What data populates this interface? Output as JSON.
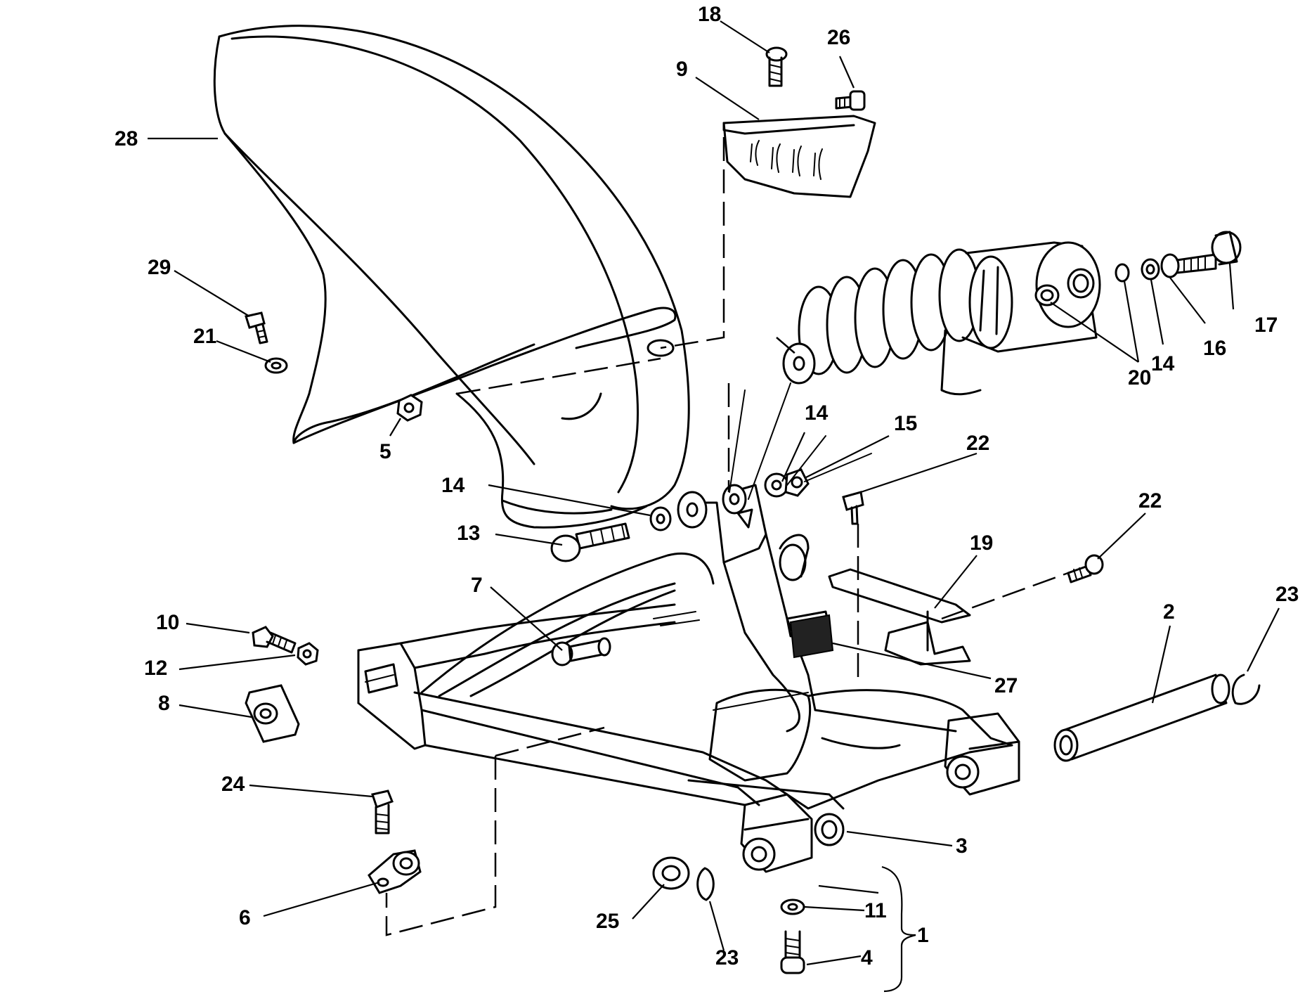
{
  "callouts": [
    {
      "id": "28",
      "text": "28"
    },
    {
      "id": "29",
      "text": "29"
    },
    {
      "id": "21",
      "text": "21"
    },
    {
      "id": "5",
      "text": "5"
    },
    {
      "id": "18",
      "text": "18"
    },
    {
      "id": "26",
      "text": "26"
    },
    {
      "id": "9",
      "text": "9"
    },
    {
      "id": "17",
      "text": "17"
    },
    {
      "id": "16",
      "text": "16"
    },
    {
      "id": "14a",
      "text": "14"
    },
    {
      "id": "20",
      "text": "20"
    },
    {
      "id": "14b",
      "text": "14"
    },
    {
      "id": "15",
      "text": "15"
    },
    {
      "id": "22a",
      "text": "22"
    },
    {
      "id": "22b",
      "text": "22"
    },
    {
      "id": "19",
      "text": "19"
    },
    {
      "id": "14c",
      "text": "14"
    },
    {
      "id": "13",
      "text": "13"
    },
    {
      "id": "7",
      "text": "7"
    },
    {
      "id": "10",
      "text": "10"
    },
    {
      "id": "12",
      "text": "12"
    },
    {
      "id": "8",
      "text": "8"
    },
    {
      "id": "23a",
      "text": "23"
    },
    {
      "id": "2",
      "text": "2"
    },
    {
      "id": "27",
      "text": "27"
    },
    {
      "id": "24",
      "text": "24"
    },
    {
      "id": "3",
      "text": "3"
    },
    {
      "id": "6",
      "text": "6"
    },
    {
      "id": "11",
      "text": "11"
    },
    {
      "id": "1",
      "text": "1"
    },
    {
      "id": "25",
      "text": "25"
    },
    {
      "id": "23b",
      "text": "23"
    },
    {
      "id": "4",
      "text": "4"
    }
  ]
}
